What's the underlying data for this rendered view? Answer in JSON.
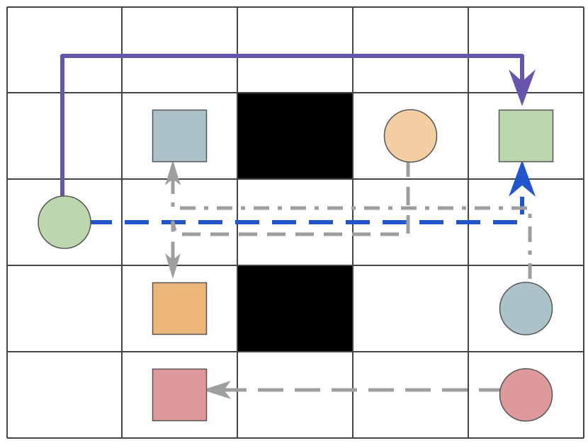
{
  "grid": {
    "rows": 5,
    "cols": 5,
    "background": "#ffffff",
    "line_color": "#444444",
    "blocked_color": "#000000",
    "blocked_cells": [
      {
        "row": 1,
        "col": 2
      },
      {
        "row": 3,
        "col": 2
      }
    ]
  },
  "objects": [
    {
      "id": "green-circle",
      "shape": "circle",
      "row": 2,
      "col": 0,
      "color": "#bcd6ad"
    },
    {
      "id": "teal-square",
      "shape": "square",
      "row": 1,
      "col": 1,
      "color": "#a9c3c9"
    },
    {
      "id": "peach-circle",
      "shape": "circle",
      "row": 1,
      "col": 3,
      "color": "#f3ceA3"
    },
    {
      "id": "green-square",
      "shape": "square",
      "row": 1,
      "col": 4,
      "color": "#bcd6ad"
    },
    {
      "id": "orange-square",
      "shape": "square",
      "row": 3,
      "col": 1,
      "color": "#ecb57a"
    },
    {
      "id": "teal-circle",
      "shape": "circle",
      "row": 3,
      "col": 4,
      "color": "#a9c3c9"
    },
    {
      "id": "pink-square",
      "shape": "square",
      "row": 4,
      "col": 1,
      "color": "#de9a9b"
    },
    {
      "id": "pink-circle",
      "shape": "circle",
      "row": 4,
      "col": 4,
      "color": "#de9a9b"
    }
  ],
  "paths": [
    {
      "id": "purple-solid-path",
      "from": "green-circle",
      "to": "green-square",
      "style": "solid",
      "color": "#6655a8"
    },
    {
      "id": "blue-dashed-path",
      "from": "green-circle",
      "to": "green-square",
      "style": "dashed",
      "color": "#2255cc"
    },
    {
      "id": "gray-dashdot-path",
      "from": "teal-circle",
      "to": "teal-square",
      "style": "dash-dot",
      "color": "#9e9e9e"
    },
    {
      "id": "gray-dashed-path-a",
      "from": "peach-circle",
      "to": "orange-square",
      "style": "dashed",
      "color": "#9e9e9e"
    },
    {
      "id": "gray-dashed-path-b",
      "from": "pink-circle",
      "to": "pink-square",
      "style": "dashed",
      "color": "#9e9e9e"
    }
  ]
}
